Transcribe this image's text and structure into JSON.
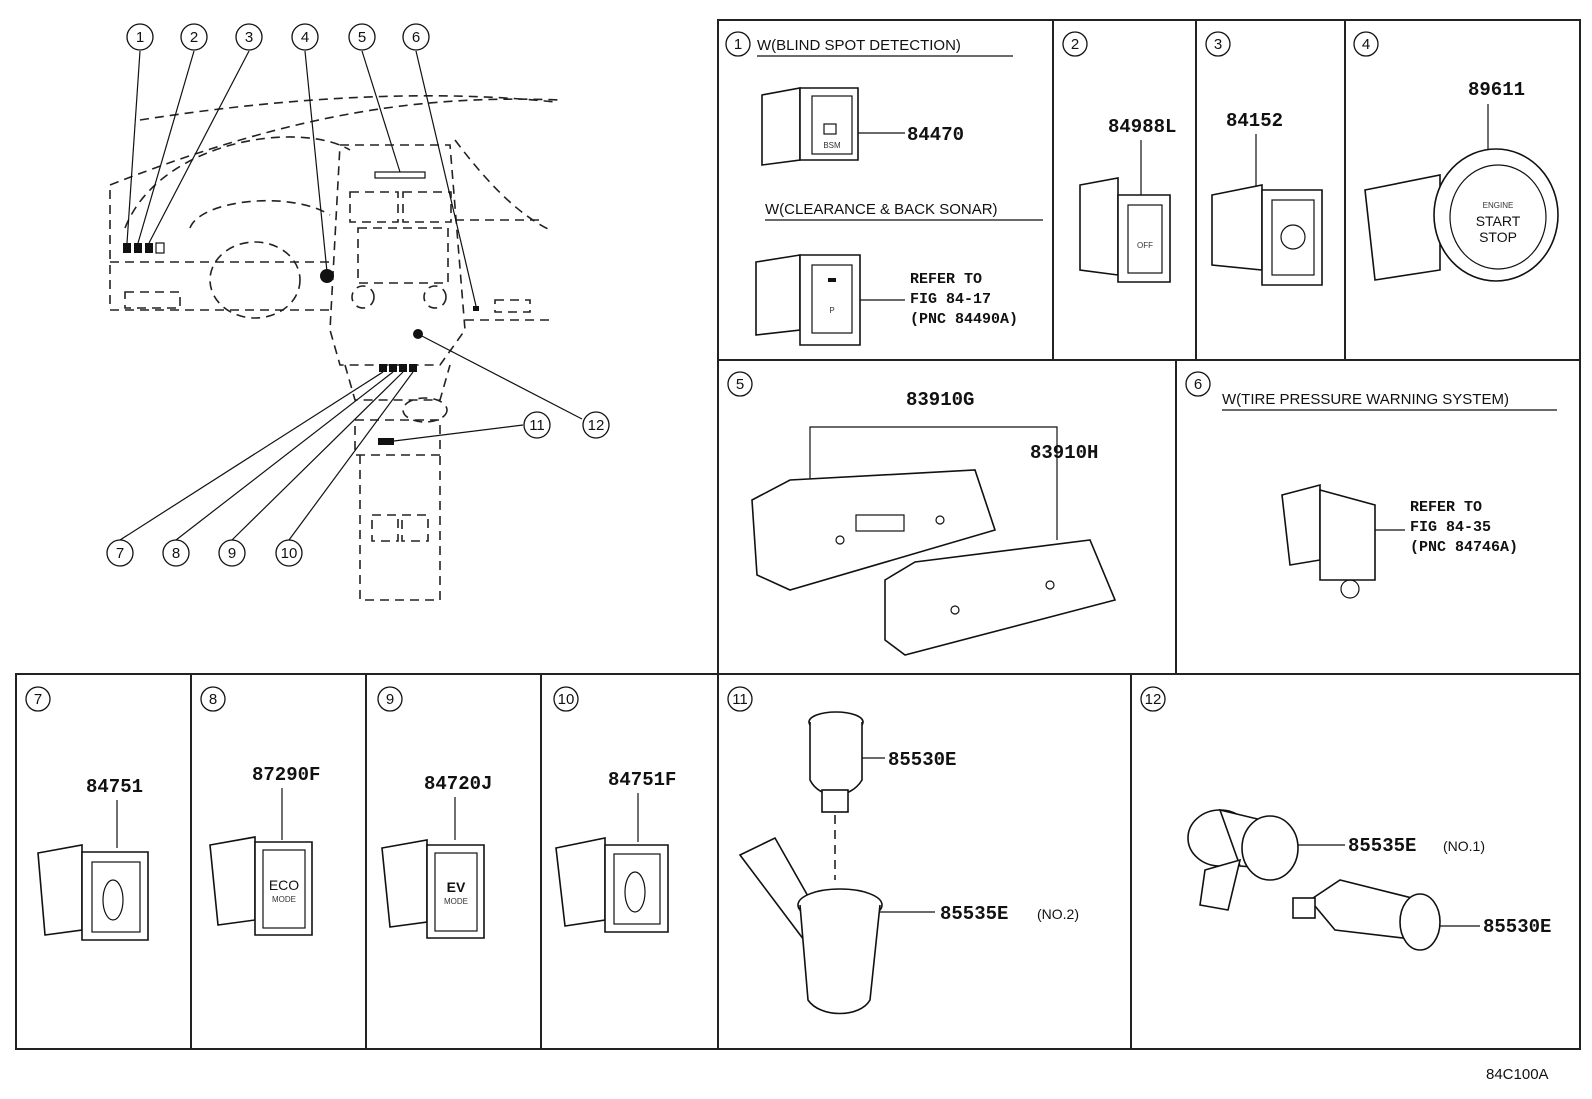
{
  "figure_code": "84C100A",
  "overview": {
    "callouts": [
      "1",
      "2",
      "3",
      "4",
      "5",
      "6",
      "7",
      "8",
      "9",
      "10",
      "11",
      "12"
    ]
  },
  "panels": {
    "p1": {
      "num": "1",
      "header_a": "W(BLIND SPOT DETECTION)",
      "part_a": "84470",
      "part_a_face": "BSM",
      "header_b": "W(CLEARANCE & BACK SONAR)",
      "ref": [
        "REFER TO",
        "FIG 84-17",
        "(PNC 84490A)"
      ]
    },
    "p2": {
      "num": "2",
      "part": "84988L",
      "face": "OFF"
    },
    "p3": {
      "num": "3",
      "part": "84152"
    },
    "p4": {
      "num": "4",
      "part": "89611",
      "face": [
        "ENGINE",
        "START",
        "STOP"
      ]
    },
    "p5": {
      "num": "5",
      "part_a": "83910G",
      "part_b": "83910H"
    },
    "p6": {
      "num": "6",
      "header": "W(TIRE PRESSURE WARNING SYSTEM)",
      "ref": [
        "REFER TO",
        "FIG 84-35",
        "(PNC 84746A)"
      ]
    },
    "p7": {
      "num": "7",
      "part": "84751"
    },
    "p8": {
      "num": "8",
      "part": "87290F",
      "face": [
        "ECO",
        "MODE"
      ]
    },
    "p9": {
      "num": "9",
      "part": "84720J",
      "face": [
        "EV",
        "MODE"
      ]
    },
    "p10": {
      "num": "10",
      "part": "84751F"
    },
    "p11": {
      "num": "11",
      "part_a": "85530E",
      "part_b": "85535E",
      "part_b_note": "(NO.2)"
    },
    "p12": {
      "num": "12",
      "part_a": "85535E",
      "part_a_note": "(NO.1)",
      "part_b": "85530E"
    }
  }
}
